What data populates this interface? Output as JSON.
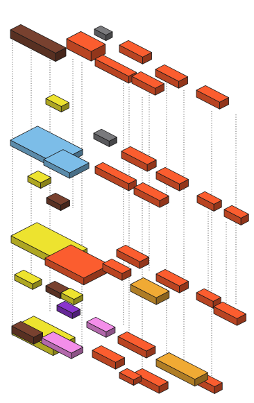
{
  "diagram": {
    "type": "exploded-axonometric-building-diagram",
    "palette": {
      "brown": "#6b3a2a",
      "orange": "#e0532a",
      "gray": "#6d6d70",
      "yellow": "#d4cb2a",
      "blue": "#6fa9cf",
      "purple": "#7b2fb8",
      "pink": "#d97fd0",
      "amber": "#d6982e",
      "outline": "#1a1a1a",
      "background": "#ffffff"
    },
    "volume_colors": [
      "brown",
      "orange",
      "gray",
      "orange",
      "orange",
      "orange",
      "orange",
      "orange",
      "yellow",
      "blue",
      "blue",
      "gray",
      "orange",
      "orange",
      "orange",
      "orange",
      "yellow",
      "brown",
      "yellow",
      "orange",
      "orange",
      "orange",
      "orange",
      "orange",
      "yellow",
      "brown",
      "yellow",
      "purple",
      "orange",
      "amber",
      "orange",
      "orange",
      "yellow",
      "brown",
      "pink",
      "pink",
      "orange",
      "orange",
      "orange",
      "orange",
      "amber",
      "orange"
    ]
  }
}
